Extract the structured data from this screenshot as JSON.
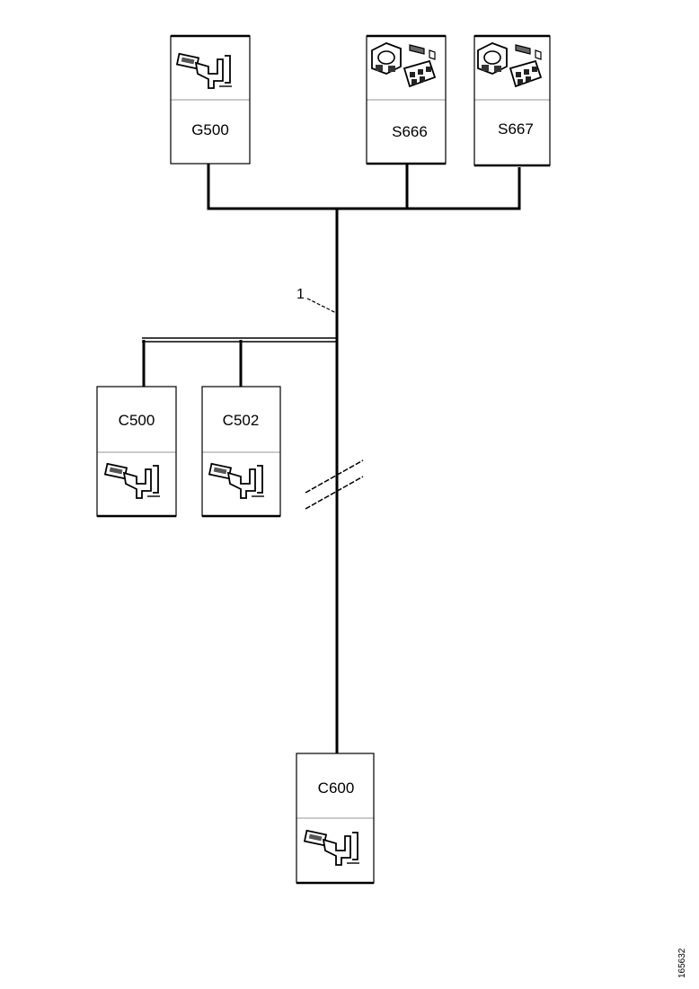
{
  "connectors": {
    "top_left": {
      "label": "G500",
      "icon": "terminal-icon"
    },
    "top_middle": {
      "label": "S666",
      "icon": "connector-housing-icon"
    },
    "top_right": {
      "label": "S667",
      "icon": "connector-housing-icon"
    },
    "branch_left": {
      "label": "C500",
      "icon": "terminal-icon"
    },
    "branch_right": {
      "label": "C502",
      "icon": "terminal-icon"
    },
    "bottom": {
      "label": "C600",
      "icon": "terminal-icon"
    }
  },
  "callout": "1",
  "figure_id": "165632"
}
